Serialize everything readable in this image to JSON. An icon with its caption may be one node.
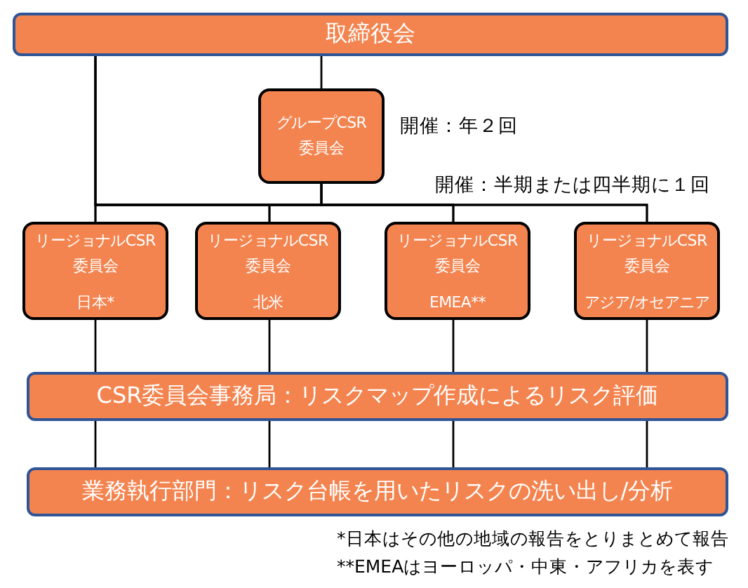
{
  "diagram": {
    "nodes": [
      {
        "text": [
          "取締役会"
        ]
      },
      {
        "text": [
          "グループCSR委員会"
        ],
        "beside": [
          "開催：年２回"
        ]
      },
      {
        "text": [
          "リージョナルCSR委員会",
          "日本*"
        ]
      },
      {
        "text": [
          "リージョナルCSR委員会",
          "北米"
        ]
      },
      {
        "text": [
          "リージョナルCSR委員会",
          "EMEA**"
        ]
      },
      {
        "text": [
          "リージョナルCSR委員会",
          "アジア/オセアニア"
        ]
      },
      {
        "text": [
          "CSR委員会事務局：リスクマップ作成によるリスク評価"
        ]
      },
      {
        "text": [
          "業務執行部門：リスク台帳を用いたリスクの洗い出し/分析"
        ]
      }
    ],
    "edges": [
      {
        "from": 0,
        "to": 1,
        "arrow": "none"
      },
      {
        "from": 0,
        "to": 2,
        "arrow": "none"
      },
      {
        "from": 0,
        "to": 3,
        "arrow": "none"
      },
      {
        "from": 0,
        "to": 4,
        "arrow": "none"
      },
      {
        "from": 0,
        "to": 5,
        "arrow": "none"
      },
      {
        "from": 1,
        "to": 2,
        "arrow": "none"
      },
      {
        "from": 1,
        "to": 3,
        "arrow": "none"
      },
      {
        "from": 1,
        "to": 4,
        "arrow": "none"
      },
      {
        "from": 1,
        "to": 5,
        "arrow": "none"
      },
      {
        "from": 2,
        "to": 6,
        "arrow": "none"
      },
      {
        "from": 3,
        "to": 6,
        "arrow": "none"
      },
      {
        "from": 4,
        "to": 6,
        "arrow": "none"
      },
      {
        "from": 5,
        "to": 6,
        "arrow": "none"
      },
      {
        "from": 6,
        "to": 7,
        "arrow": "none"
      },
      {
        "from": 6,
        "to": 7,
        "arrow": "none"
      },
      {
        "from": 6,
        "to": 7,
        "arrow": "none"
      },
      {
        "from": 6,
        "to": 7,
        "arrow": "none"
      }
    ],
    "labels": [
      "開催：半期または四半期に１回",
      "*日本はその他の地域の報告をとりまとめて報告",
      "**EMEAはヨーロッパ・中東・アフリカを表す"
    ]
  }
}
